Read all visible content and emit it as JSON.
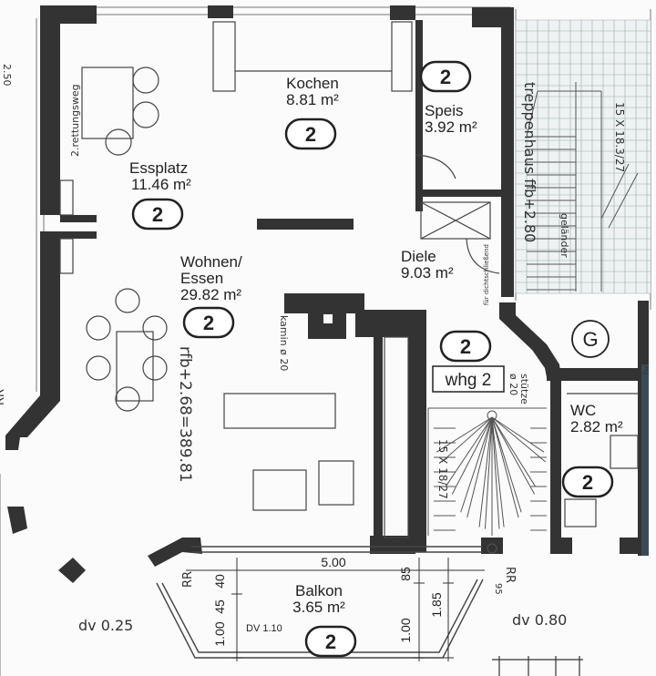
{
  "rooms": {
    "kochen": {
      "name": "Kochen",
      "area": "8.81 m²",
      "badge": "2"
    },
    "speis": {
      "name": "Speis",
      "area": "3.92 m²",
      "badge": "2"
    },
    "essplatz": {
      "name": "Essplatz",
      "area": "11.46 m²",
      "badge": "2"
    },
    "wohnen": {
      "name_line1": "Wohnen/",
      "name_line2": "Essen",
      "area": "29.82 m²",
      "badge": "2"
    },
    "diele": {
      "name": "Diele",
      "area": "9.03 m²"
    },
    "wc": {
      "name": "WC",
      "area": "2.82 m²",
      "badge": "2"
    },
    "balkon": {
      "name": "Balkon",
      "area": "3.65 m²",
      "badge": "2"
    }
  },
  "unit": {
    "badge": "2",
    "label": "whg 2"
  },
  "symbol_g": "G",
  "annotations": {
    "rettungsweg": "2.rettungsweg",
    "treppenhaus": "treppenhaus  ffb+2.80",
    "stair_upper": "15 X 18.3/27",
    "gelaender": "geländer",
    "kamin": "kamin ø 20",
    "floor_level": "rfb+2.68=389.81",
    "stair_lower": "15 X 18/27",
    "stuetze_line1": "stütze",
    "stuetze_line2": "ø 20",
    "dicht_left": "für dichtschließend",
    "dicht_right": "für dichtschließend",
    "dv_left": "dv 0.25",
    "dv_right": "dv 0.80",
    "dv_balkon": "DV 1.10",
    "rr_left": "RR",
    "rr_balkon": "RR",
    "rr_right": "RR",
    "rr_right_dim": "95",
    "left_edge_dim": "2.50"
  },
  "dimensions": {
    "width": "5.00",
    "left_top": "40",
    "left_mid": "45",
    "left_bottom": "1.00",
    "right_top": "85",
    "right_mid": "1.85",
    "right_bottom": "1.00"
  }
}
